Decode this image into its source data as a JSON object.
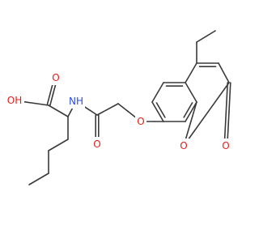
{
  "molecule": {
    "atoms": {
      "a1": {
        "element": "C"
      },
      "a2": {
        "element": "C"
      },
      "a3": {
        "element": "C"
      },
      "a4": {
        "element": "C"
      },
      "a5": {
        "element": "C"
      },
      "a6": {
        "element": "C"
      },
      "a7": {
        "element": "C"
      },
      "a8": {
        "element": "C"
      },
      "a9": {
        "element": "C"
      },
      "a10": {
        "element": "C"
      },
      "a11": {
        "element": "C"
      },
      "a12": {
        "element": "C"
      },
      "a13": {
        "element": "C"
      },
      "a14": {
        "element": "C"
      },
      "a15": {
        "element": "C"
      },
      "a16": {
        "element": "C"
      },
      "a17": {
        "element": "C"
      },
      "a18": {
        "element": "C"
      },
      "a19": {
        "element": "C"
      },
      "a20": {
        "element": "O",
        "label": "OH"
      },
      "a21": {
        "element": "O",
        "label": "O"
      },
      "a22": {
        "element": "N",
        "label": "NH"
      },
      "a23": {
        "element": "O",
        "label": "O"
      },
      "a24": {
        "element": "O",
        "label": "O"
      },
      "a25": {
        "element": "O",
        "label": "O"
      },
      "a26": {
        "element": "O",
        "label": "O"
      }
    },
    "bonds": [
      [
        "a1",
        "a2",
        1
      ],
      [
        "a2",
        "a3",
        1
      ],
      [
        "a3",
        "a4",
        1
      ],
      [
        "a4",
        "a5",
        1
      ],
      [
        "a5",
        "a6",
        1
      ],
      [
        "a6",
        "a20",
        1
      ],
      [
        "a6",
        "a21",
        2
      ],
      [
        "a5",
        "a22",
        1
      ],
      [
        "a22",
        "a7",
        1
      ],
      [
        "a7",
        "a23",
        2
      ],
      [
        "a7",
        "a8",
        1
      ],
      [
        "a8",
        "a24",
        1
      ],
      [
        "a24",
        "a9",
        1
      ],
      [
        "a9",
        "a10",
        2
      ],
      [
        "a10",
        "a11",
        1
      ],
      [
        "a11",
        "a12",
        2
      ],
      [
        "a12",
        "a13",
        1
      ],
      [
        "a13",
        "a14",
        2
      ],
      [
        "a14",
        "a9",
        1
      ],
      [
        "a12",
        "a15",
        1
      ],
      [
        "a15",
        "a16",
        2
      ],
      [
        "a16",
        "a17",
        1
      ],
      [
        "a17",
        "a25",
        1
      ],
      [
        "a25",
        "a13",
        1
      ],
      [
        "a17",
        "a26",
        2
      ],
      [
        "a15",
        "a18",
        1
      ],
      [
        "a18",
        "a19",
        1
      ]
    ]
  },
  "colors": {
    "bond": "#3a3a3a",
    "oxygen": "#e0201c",
    "nitrogen": "#2f4cd8"
  }
}
